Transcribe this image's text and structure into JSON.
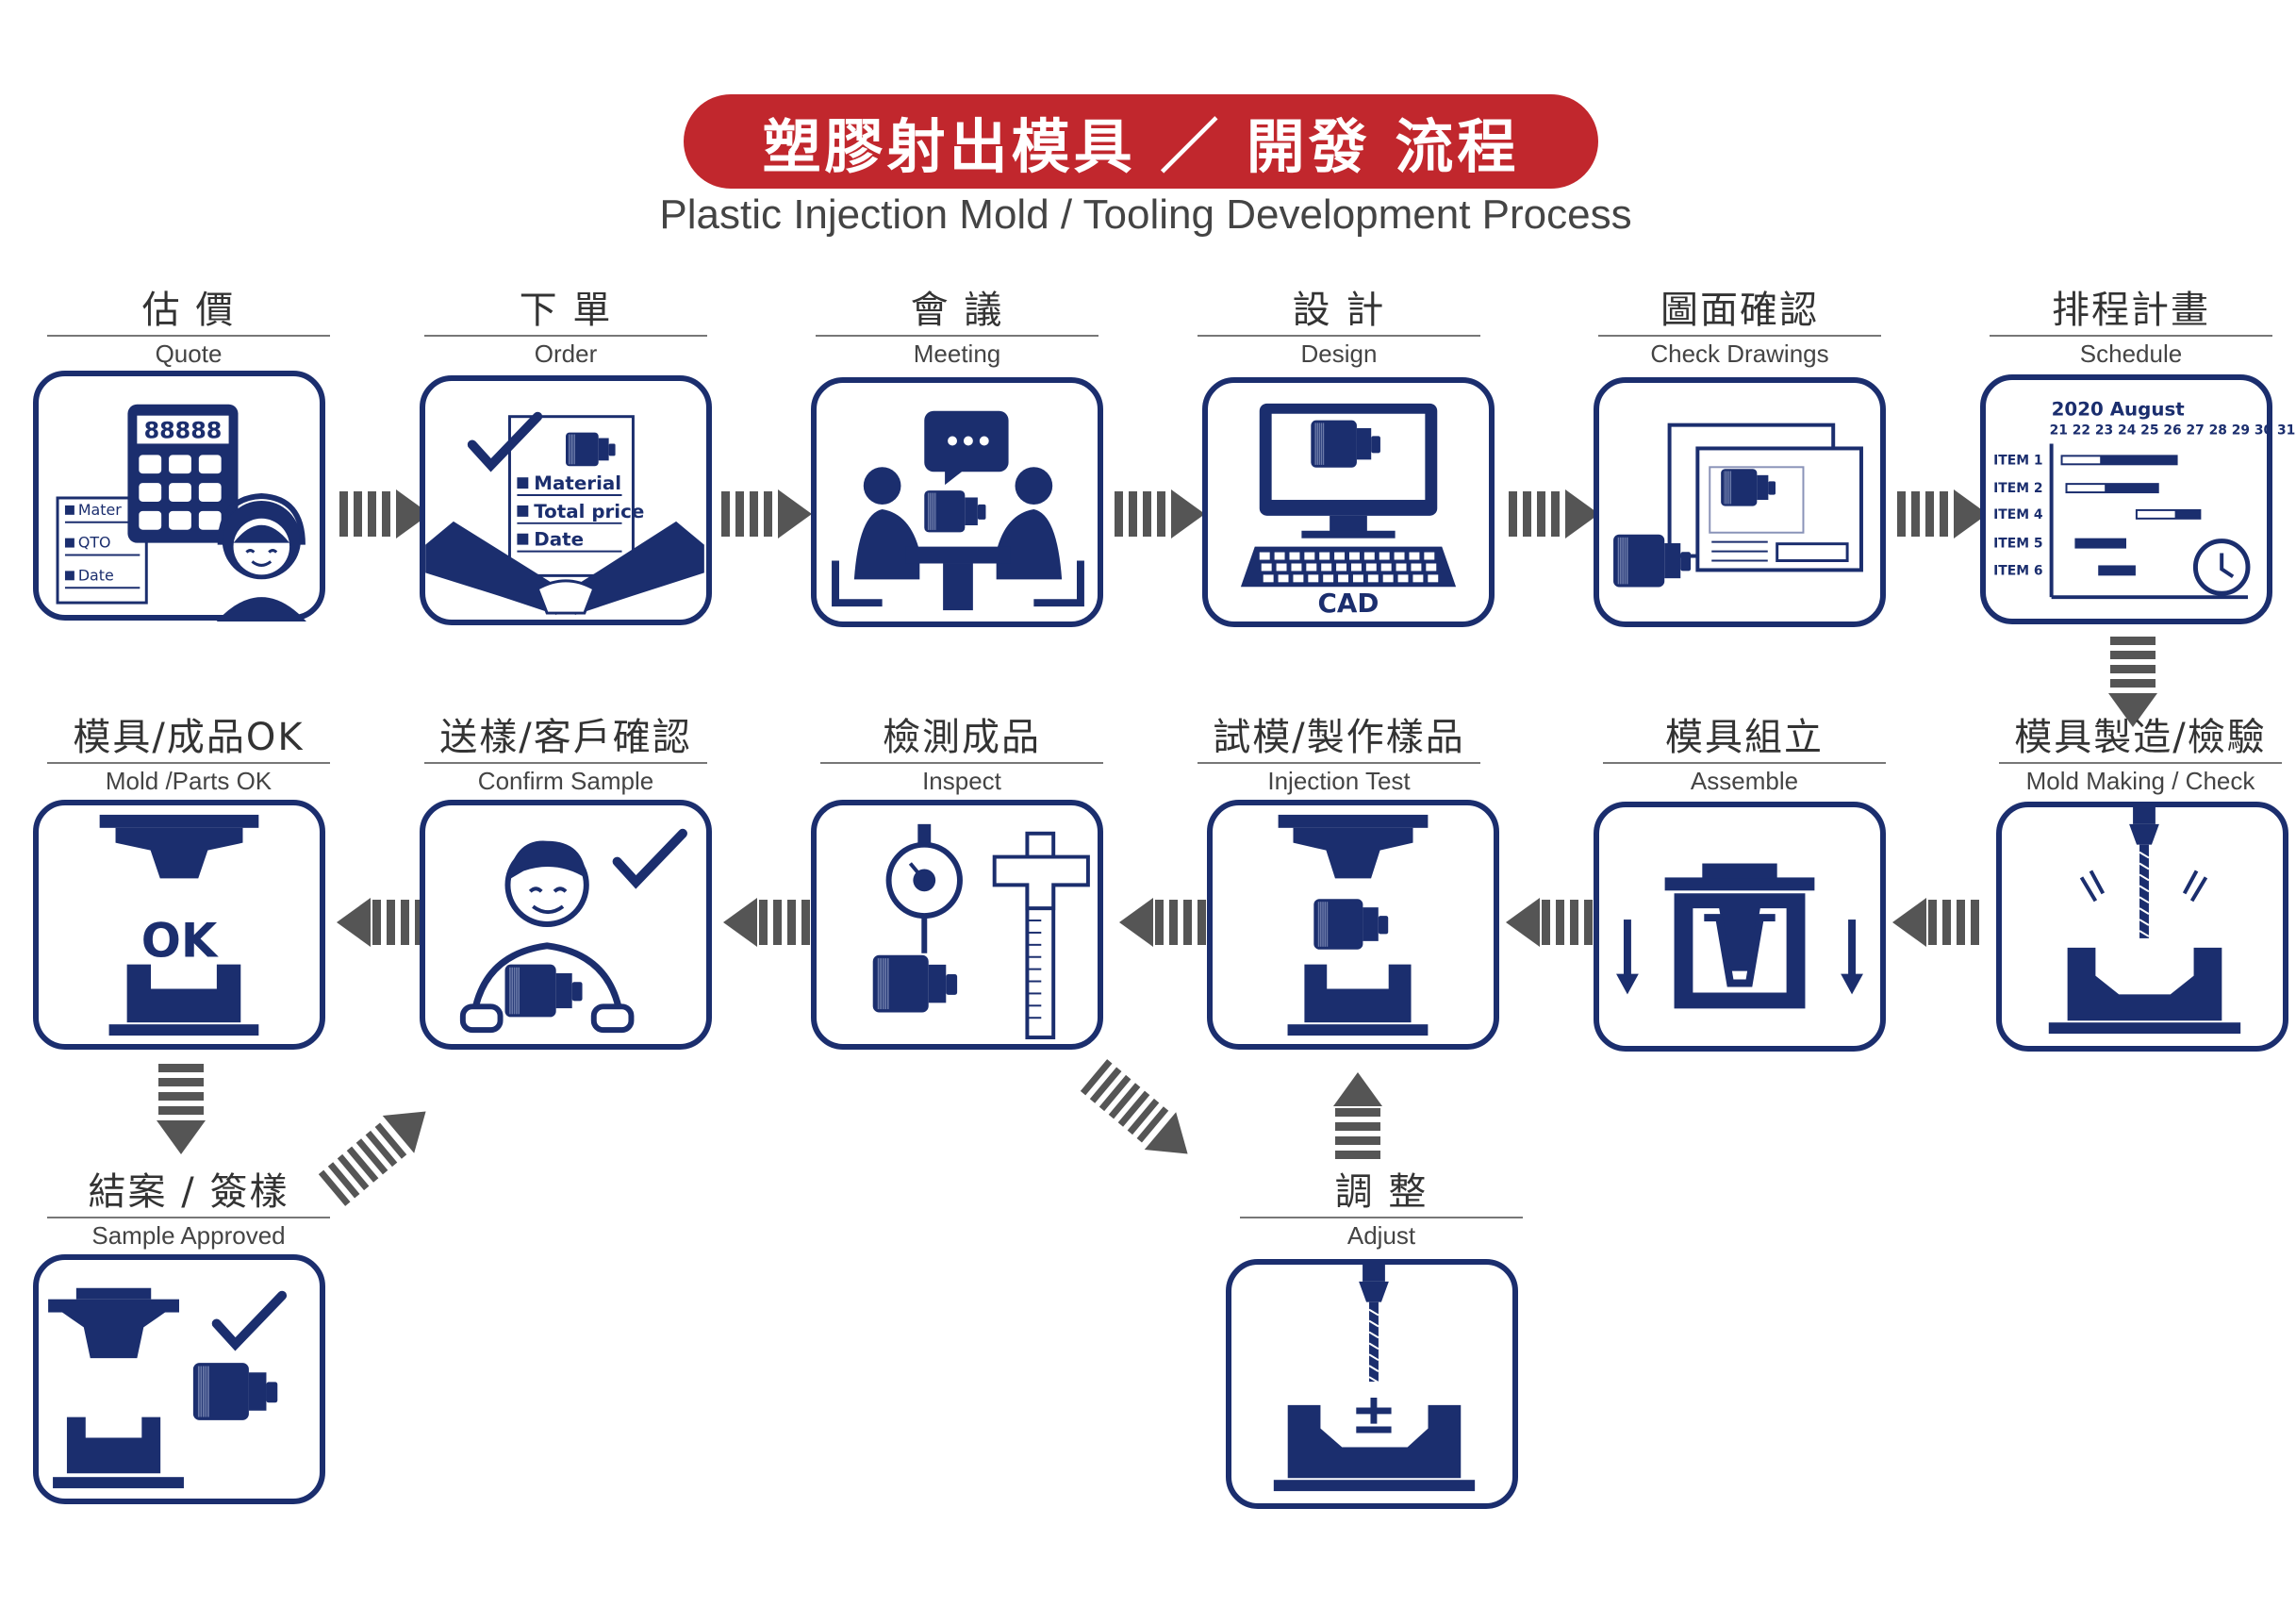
{
  "title": "塑膠射出模具 ／ 開發 流程",
  "subtitle": "Plastic Injection Mold  /  Tooling Development Process",
  "colors": {
    "navy": "#1b2e6e",
    "red": "#c1272d",
    "arrow": "#555555"
  },
  "steps": [
    {
      "zh": "估 價",
      "en": "Quote",
      "icon": "quote-icon",
      "texts": {
        "l1": "Mater",
        "l2": "QTO",
        "l3": "Date",
        "display": "88888"
      }
    },
    {
      "zh": "下 單",
      "en": "Order",
      "icon": "order-icon",
      "texts": {
        "l1": "Material",
        "l2": "Total price",
        "l3": "Date"
      }
    },
    {
      "zh": "會 議",
      "en": "Meeting",
      "icon": "meeting-icon"
    },
    {
      "zh": "設 計",
      "en": "Design",
      "icon": "design-icon",
      "texts": {
        "cad": "CAD"
      }
    },
    {
      "zh": "圖面確認",
      "en": "Check Drawings",
      "icon": "check-drawings-icon"
    },
    {
      "zh": "排程計畫",
      "en": "Schedule",
      "icon": "schedule-icon",
      "texts": {
        "month": "2020  August",
        "days": "21 22 23 24 25 26 27 28 29 30 31",
        "items": [
          "ITEM 1",
          "ITEM 2",
          "ITEM 4",
          "ITEM 5",
          "ITEM 6"
        ]
      }
    },
    {
      "zh": "模具製造/檢驗",
      "en": "Mold Making / Check",
      "icon": "mold-making-icon"
    },
    {
      "zh": "模具組立",
      "en": "Assemble",
      "icon": "assemble-icon"
    },
    {
      "zh": "試模/製作樣品",
      "en": "Injection Test",
      "icon": "injection-test-icon"
    },
    {
      "zh": "檢測成品",
      "en": "Inspect",
      "icon": "inspect-icon"
    },
    {
      "zh": "送樣/客戶確認",
      "en": "Confirm Sample",
      "icon": "confirm-sample-icon"
    },
    {
      "zh": "模具/成品OK",
      "en": "Mold /Parts OK",
      "icon": "mold-ok-icon",
      "texts": {
        "ok": "OK"
      }
    },
    {
      "zh": "結案 / 簽樣",
      "en": "Sample Approved",
      "icon": "sample-approved-icon"
    },
    {
      "zh": "調 整",
      "en": "Adjust",
      "icon": "adjust-icon",
      "texts": {
        "pm": "±"
      }
    }
  ]
}
